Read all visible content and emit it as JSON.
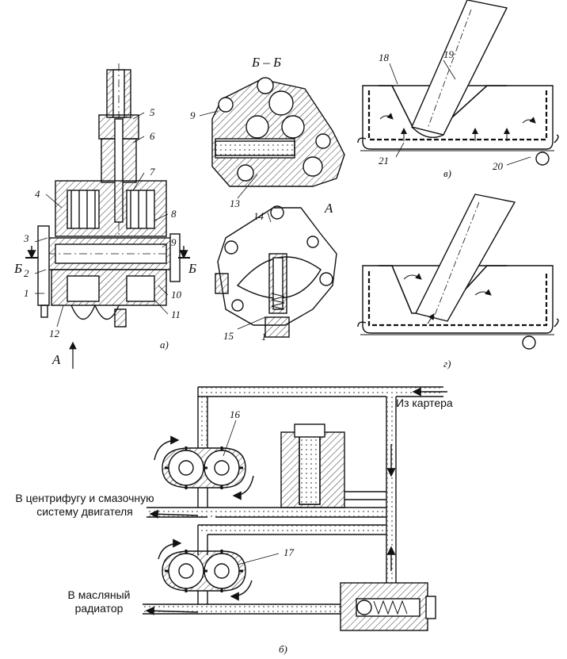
{
  "labels": {
    "n1": "1",
    "n2": "2",
    "n3": "3",
    "n4": "4",
    "n5": "5",
    "n6": "6",
    "n7": "7",
    "n8": "8",
    "n9": "9",
    "n10": "10",
    "n11": "11",
    "n12": "12",
    "n13": "13",
    "n14": "14",
    "n15": "15",
    "n1b": "1",
    "n9b": "9",
    "n16": "16",
    "n17": "17",
    "n18": "18",
    "n19": "19",
    "n20": "20",
    "n21": "21",
    "a_arrow": "А",
    "view_a": "А",
    "cut_left": "Б",
    "cut_right": "Б",
    "section_title": "Б – Б"
  },
  "captions": {
    "a": "а)",
    "b": "б)",
    "v": "в)",
    "g": "г)"
  },
  "flow": {
    "from_crankcase": "Из картера",
    "to_centrifuge_line1": "В центрифугу и смазочную",
    "to_centrifuge_line2": "систему двигателя",
    "to_radiator_line1": "В масляный",
    "to_radiator_line2": "радиатор"
  }
}
